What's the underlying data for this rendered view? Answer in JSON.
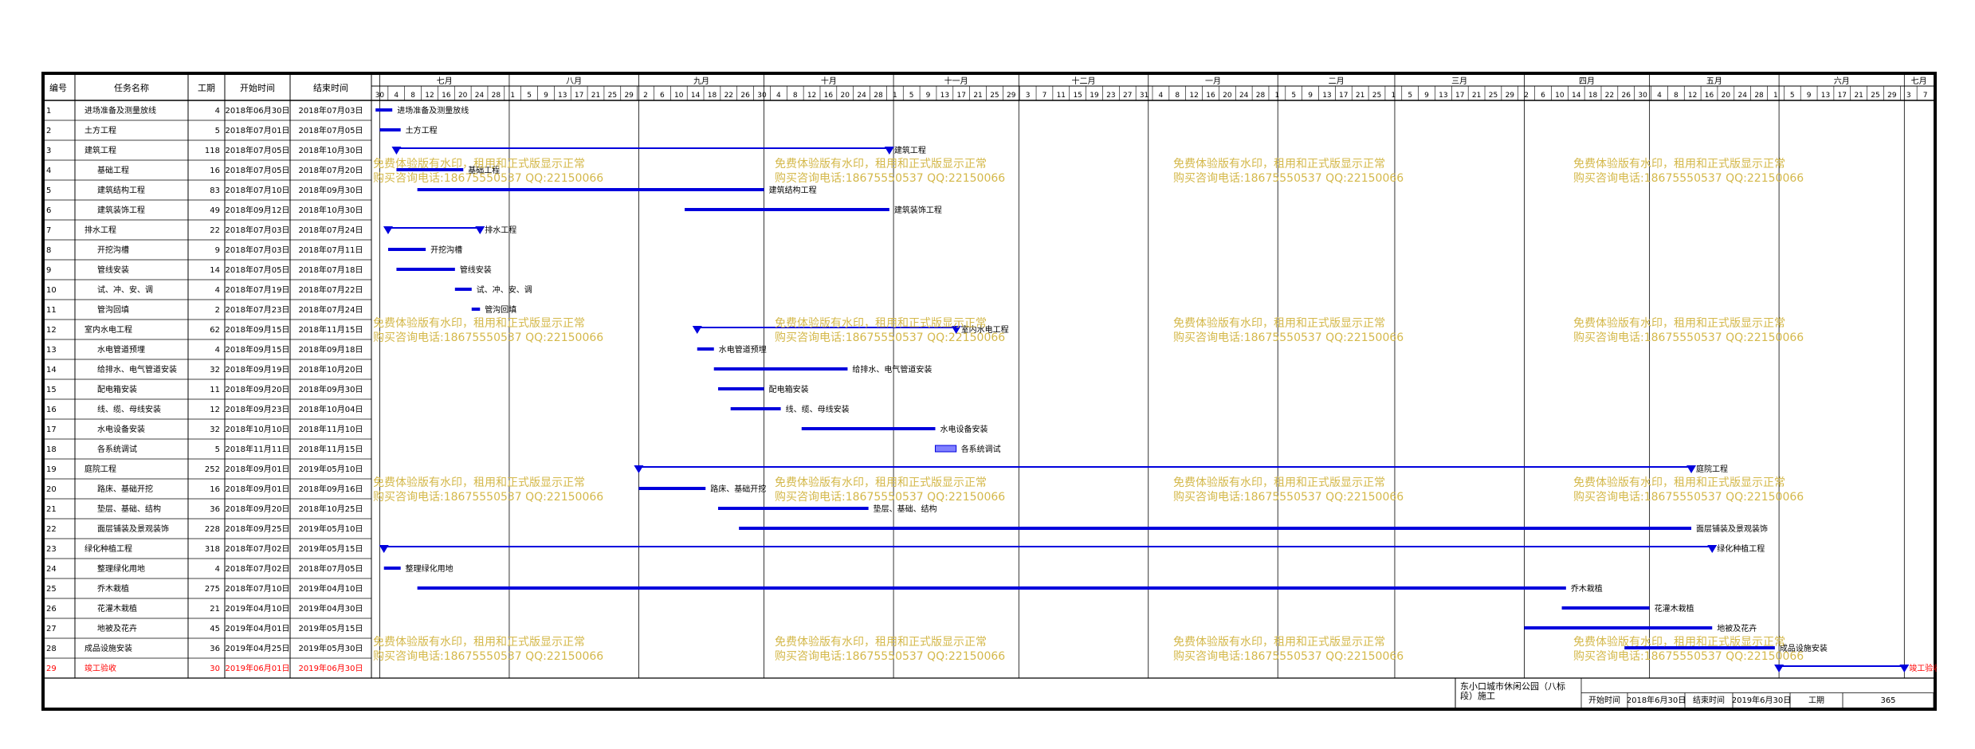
{
  "table": {
    "headers": {
      "id": "编号",
      "name": "任务名称",
      "dur": "工期",
      "start": "开始时间",
      "end": "结束时间"
    },
    "rows": [
      {
        "id": "1",
        "name": "进场准备及测量放线",
        "dur": "4",
        "start": "2018年06月30日",
        "end": "2018年07月03日",
        "indent": 0,
        "bar_label": "进场准备及测量放线",
        "summary": false,
        "critical": false
      },
      {
        "id": "2",
        "name": "土方工程",
        "dur": "5",
        "start": "2018年07月01日",
        "end": "2018年07月05日",
        "indent": 0,
        "bar_label": "土方工程",
        "summary": false,
        "critical": false
      },
      {
        "id": "3",
        "name": "建筑工程",
        "dur": "118",
        "start": "2018年07月05日",
        "end": "2018年10月30日",
        "indent": 0,
        "bar_label": "建筑工程",
        "summary": true,
        "critical": false
      },
      {
        "id": "4",
        "name": "基础工程",
        "dur": "16",
        "start": "2018年07月05日",
        "end": "2018年07月20日",
        "indent": 1,
        "bar_label": "基础工程",
        "summary": false,
        "critical": false
      },
      {
        "id": "5",
        "name": "建筑结构工程",
        "dur": "83",
        "start": "2018年07月10日",
        "end": "2018年09月30日",
        "indent": 1,
        "bar_label": "建筑结构工程",
        "summary": false,
        "critical": false
      },
      {
        "id": "6",
        "name": "建筑装饰工程",
        "dur": "49",
        "start": "2018年09月12日",
        "end": "2018年10月30日",
        "indent": 1,
        "bar_label": "建筑装饰工程",
        "summary": false,
        "critical": false
      },
      {
        "id": "7",
        "name": "排水工程",
        "dur": "22",
        "start": "2018年07月03日",
        "end": "2018年07月24日",
        "indent": 0,
        "bar_label": "排水工程",
        "summary": true,
        "critical": false
      },
      {
        "id": "8",
        "name": "开挖沟槽",
        "dur": "9",
        "start": "2018年07月03日",
        "end": "2018年07月11日",
        "indent": 1,
        "bar_label": "开挖沟槽",
        "summary": false,
        "critical": false
      },
      {
        "id": "9",
        "name": "管线安装",
        "dur": "14",
        "start": "2018年07月05日",
        "end": "2018年07月18日",
        "indent": 1,
        "bar_label": "管线安装",
        "summary": false,
        "critical": false
      },
      {
        "id": "10",
        "name": "试、冲、安、调",
        "dur": "4",
        "start": "2018年07月19日",
        "end": "2018年07月22日",
        "indent": 1,
        "bar_label": "试、冲、安、调",
        "summary": false,
        "critical": false
      },
      {
        "id": "11",
        "name": "管沟回填",
        "dur": "2",
        "start": "2018年07月23日",
        "end": "2018年07月24日",
        "indent": 1,
        "bar_label": "管沟回填",
        "summary": false,
        "critical": false
      },
      {
        "id": "12",
        "name": "室内水电工程",
        "dur": "62",
        "start": "2018年09月15日",
        "end": "2018年11月15日",
        "indent": 0,
        "bar_label": "室内水电工程",
        "summary": true,
        "critical": false
      },
      {
        "id": "13",
        "name": "水电管道预埋",
        "dur": "4",
        "start": "2018年09月15日",
        "end": "2018年09月18日",
        "indent": 1,
        "bar_label": "水电管道预埋",
        "summary": false,
        "critical": false
      },
      {
        "id": "14",
        "name": "给排水、电气管道安装",
        "dur": "32",
        "start": "2018年09月19日",
        "end": "2018年10月20日",
        "indent": 1,
        "bar_label": "给排水、电气管道安装",
        "summary": false,
        "critical": false
      },
      {
        "id": "15",
        "name": "配电箱安装",
        "dur": "11",
        "start": "2018年09月20日",
        "end": "2018年09月30日",
        "indent": 1,
        "bar_label": "配电箱安装",
        "summary": false,
        "critical": false
      },
      {
        "id": "16",
        "name": "线、缆、母线安装",
        "dur": "12",
        "start": "2018年09月23日",
        "end": "2018年10月04日",
        "indent": 1,
        "bar_label": "线、缆、母线安装",
        "summary": false,
        "critical": false
      },
      {
        "id": "17",
        "name": "水电设备安装",
        "dur": "32",
        "start": "2018年10月10日",
        "end": "2018年11月10日",
        "indent": 1,
        "bar_label": "水电设备安装",
        "summary": false,
        "critical": false
      },
      {
        "id": "18",
        "name": "各系统调试",
        "dur": "5",
        "start": "2018年11月11日",
        "end": "2018年11月15日",
        "indent": 1,
        "bar_label": "各系统调试",
        "summary": false,
        "critical": false
      },
      {
        "id": "19",
        "name": "庭院工程",
        "dur": "252",
        "start": "2018年09月01日",
        "end": "2019年05月10日",
        "indent": 0,
        "bar_label": "庭院工程",
        "summary": true,
        "critical": false
      },
      {
        "id": "20",
        "name": "路床、基础开挖",
        "dur": "16",
        "start": "2018年09月01日",
        "end": "2018年09月16日",
        "indent": 1,
        "bar_label": "路床、基础开挖",
        "summary": false,
        "critical": false
      },
      {
        "id": "21",
        "name": "垫层、基础、结构",
        "dur": "36",
        "start": "2018年09月20日",
        "end": "2018年10月25日",
        "indent": 1,
        "bar_label": "垫层、基础、结构",
        "summary": false,
        "critical": false
      },
      {
        "id": "22",
        "name": "面层铺装及景观装饰",
        "dur": "228",
        "start": "2018年09月25日",
        "end": "2019年05月10日",
        "indent": 1,
        "bar_label": "面层铺装及景观装饰",
        "summary": false,
        "critical": false
      },
      {
        "id": "23",
        "name": "绿化种植工程",
        "dur": "318",
        "start": "2018年07月02日",
        "end": "2019年05月15日",
        "indent": 0,
        "bar_label": "绿化种植工程",
        "summary": true,
        "critical": false
      },
      {
        "id": "24",
        "name": "整理绿化用地",
        "dur": "4",
        "start": "2018年07月02日",
        "end": "2018年07月05日",
        "indent": 1,
        "bar_label": "整理绿化用地",
        "summary": false,
        "critical": false
      },
      {
        "id": "25",
        "name": "乔木栽植",
        "dur": "275",
        "start": "2018年07月10日",
        "end": "2019年04月10日",
        "indent": 1,
        "bar_label": "乔木栽植",
        "summary": false,
        "critical": false
      },
      {
        "id": "26",
        "name": "花灌木栽植",
        "dur": "21",
        "start": "2019年04月10日",
        "end": "2019年04月30日",
        "indent": 1,
        "bar_label": "花灌木栽植",
        "summary": false,
        "critical": false
      },
      {
        "id": "27",
        "name": "地被及花卉",
        "dur": "45",
        "start": "2019年04月01日",
        "end": "2019年05月15日",
        "indent": 1,
        "bar_label": "地被及花卉",
        "summary": false,
        "critical": false
      },
      {
        "id": "28",
        "name": "成品设施安装",
        "dur": "36",
        "start": "2019年04月25日",
        "end": "2019年05月30日",
        "indent": 0,
        "bar_label": "成品设施安装",
        "summary": false,
        "critical": false
      },
      {
        "id": "29",
        "name": "竣工验收",
        "dur": "30",
        "start": "2019年06月01日",
        "end": "2019年06月30日",
        "indent": 0,
        "bar_label": "竣工验收",
        "summary": true,
        "critical": true
      }
    ]
  },
  "timescale": {
    "months": [
      {
        "label": "七月",
        "start": "2018-07-01"
      },
      {
        "label": "八月",
        "start": "2018-08-01"
      },
      {
        "label": "九月",
        "start": "2018-09-01"
      },
      {
        "label": "十月",
        "start": "2018-10-01"
      },
      {
        "label": "十一月",
        "start": "2018-11-01"
      },
      {
        "label": "十二月",
        "start": "2018-12-01"
      },
      {
        "label": "一月",
        "start": "2019-01-01"
      },
      {
        "label": "二月",
        "start": "2019-02-01"
      },
      {
        "label": "三月",
        "start": "2019-03-01"
      },
      {
        "label": "四月",
        "start": "2019-04-01"
      },
      {
        "label": "五月",
        "start": "2019-05-01"
      },
      {
        "label": "六月",
        "start": "2019-06-01"
      },
      {
        "label": "七月",
        "start": "2019-07-01"
      }
    ],
    "days": [
      "30",
      "4",
      "8",
      "12",
      "16",
      "20",
      "24",
      "28",
      "1",
      "5",
      "9",
      "13",
      "17",
      "21",
      "25",
      "29",
      "2",
      "6",
      "10",
      "14",
      "18",
      "22",
      "26",
      "30",
      "4",
      "8",
      "12",
      "16",
      "20",
      "24",
      "28",
      "1",
      "5",
      "9",
      "13",
      "17",
      "21",
      "25",
      "29",
      "3",
      "7",
      "11",
      "15",
      "19",
      "23",
      "27",
      "31",
      "4",
      "8",
      "12",
      "16",
      "20",
      "24",
      "28",
      "1",
      "5",
      "9",
      "13",
      "17",
      "21",
      "25",
      "1",
      "5",
      "9",
      "13",
      "17",
      "21",
      "25",
      "29",
      "2",
      "6",
      "10",
      "14",
      "18",
      "22",
      "26",
      "30",
      "4",
      "8",
      "12",
      "16",
      "20",
      "24",
      "28",
      "1",
      "5",
      "9",
      "13",
      "17",
      "21",
      "25",
      "29",
      "3",
      "7"
    ]
  },
  "watermark": {
    "line1": "免费体验版有水印，租用和正式版显示正常",
    "line2": "购买咨询电话:18675550537 QQ:22150066"
  },
  "footer": {
    "project": "东小口城市休闲公园（八标段）施工",
    "start_label": "开始时间",
    "start_value": "2018年6月30日",
    "end_label": "结束时间",
    "end_value": "2019年6月30日",
    "dur_label": "工期",
    "dur_value": "365"
  },
  "colors": {
    "bar": "#0000dd",
    "critical": "#ff0000",
    "watermark": "#d4b84a",
    "grid": "#000000",
    "light_bar": "#8080ff"
  }
}
